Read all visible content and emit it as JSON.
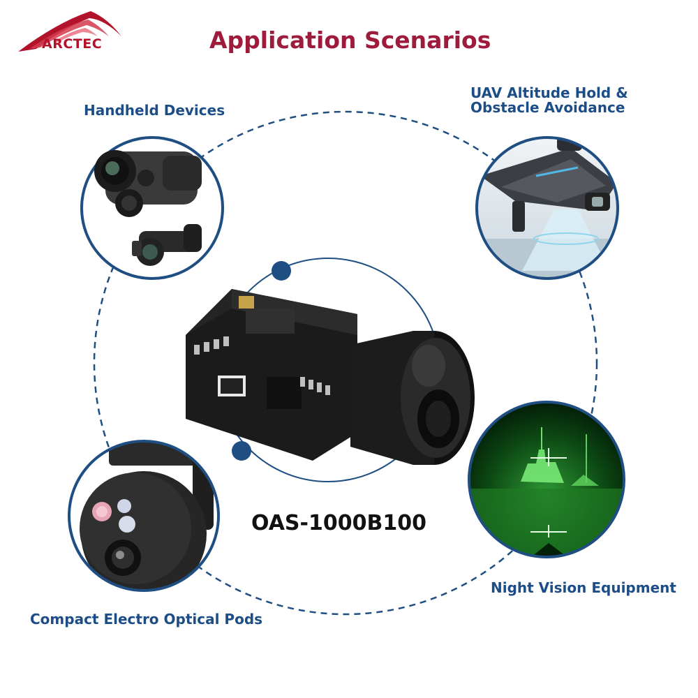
{
  "brand": {
    "name": "ARCTEC",
    "logo_color": "#b3122b"
  },
  "title": "Application Scenarios",
  "product": {
    "model": "OAS-1000B100"
  },
  "scenarios": [
    {
      "label": "Handheld Devices",
      "icon": "thermal-monocular-image"
    },
    {
      "label_line1": "UAV Altitude Hold &",
      "label_line2": "Obstacle Avoidance",
      "icon": "drone-image"
    },
    {
      "label": "Night Vision Equipment",
      "icon": "night-vision-scene-image"
    },
    {
      "label": "Compact Electro Optical Pods",
      "icon": "gimbal-pod-image"
    }
  ],
  "colors": {
    "title": "#9e1b3c",
    "labels": "#1d4d86",
    "ring": "#1f4e82",
    "dashes": "#1f4e82",
    "night_vision": "#3fe046"
  }
}
